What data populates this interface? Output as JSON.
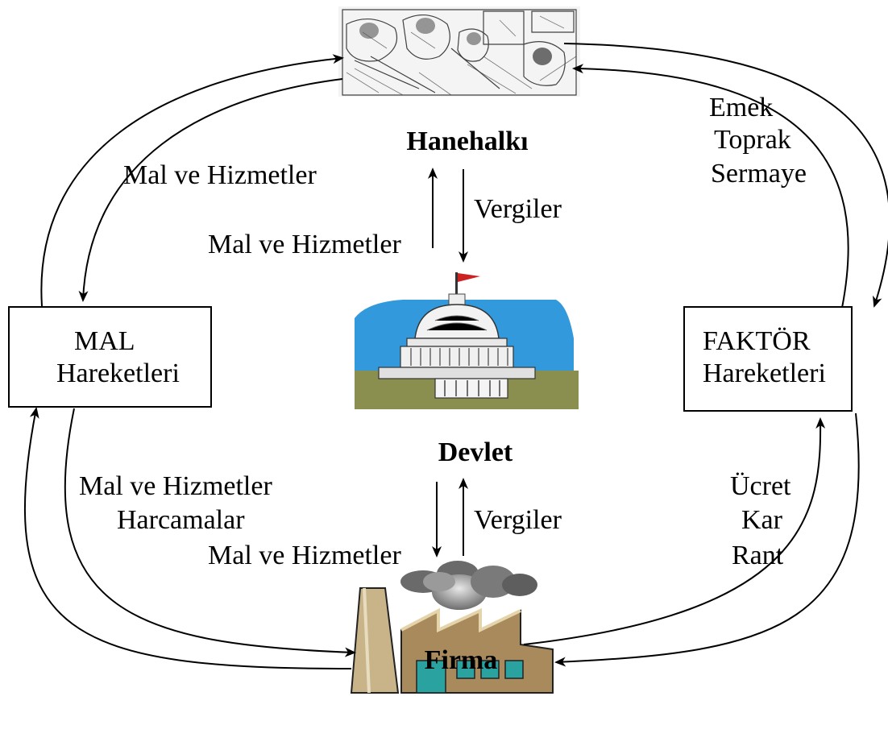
{
  "nodes": {
    "household": "Hanehalkı",
    "government": "Devlet",
    "firm": "Firma"
  },
  "boxes": {
    "goods_market": {
      "line1": "MAL",
      "line2": "Hareketleri"
    },
    "factor_market": {
      "line1": "FAKTÖR",
      "line2": "Hareketleri"
    }
  },
  "labels": {
    "left_top_goods": "Mal ve Hizmetler",
    "gov_to_household_goods": "Mal ve Hizmetler",
    "household_to_gov_taxes": "Vergiler",
    "factors": [
      "Emek",
      "Toprak",
      "Sermaye"
    ],
    "left_bottom": [
      "Mal ve Hizmetler",
      "Harcamalar"
    ],
    "gov_to_firm_goods": "Mal ve Hizmetler",
    "firm_to_gov_taxes": "Vergiler",
    "factor_income": [
      "Ücret",
      "Kar",
      "Rant"
    ]
  },
  "colors": {
    "sky": "#3399dd",
    "flag_red": "#cc2222",
    "ground": "#8a8f50",
    "smoke": "#7a7a7a",
    "chimney": "#c9b48a",
    "factory_wall": "#a88a5c",
    "factory_window": "#2aa3a0"
  }
}
